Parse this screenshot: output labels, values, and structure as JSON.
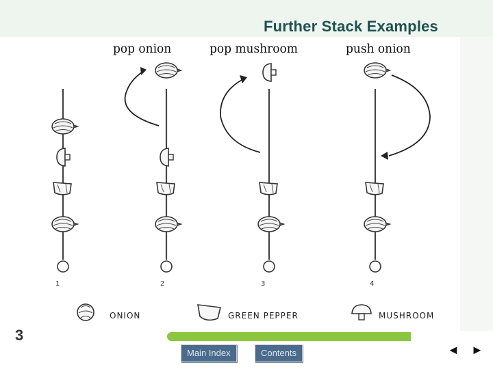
{
  "slide": {
    "title": "Further Stack Examples",
    "number": "3"
  },
  "steps": [
    {
      "label": "pop onion"
    },
    {
      "label": "pop mushroom"
    },
    {
      "label": "push onion"
    }
  ],
  "stack_numbers": [
    "1",
    "2",
    "3",
    "4"
  ],
  "legend": {
    "onion": "ONION",
    "pepper": "GREEN PEPPER",
    "mushroom": "MUSHROOM"
  },
  "footer": {
    "main_index": "Main Index",
    "contents": "Contents",
    "prev_symbol": "◄",
    "next_symbol": "►",
    "accent_color": "#8cc63f",
    "button_color": "#4a6b8c"
  },
  "title_color": "#1f5152"
}
